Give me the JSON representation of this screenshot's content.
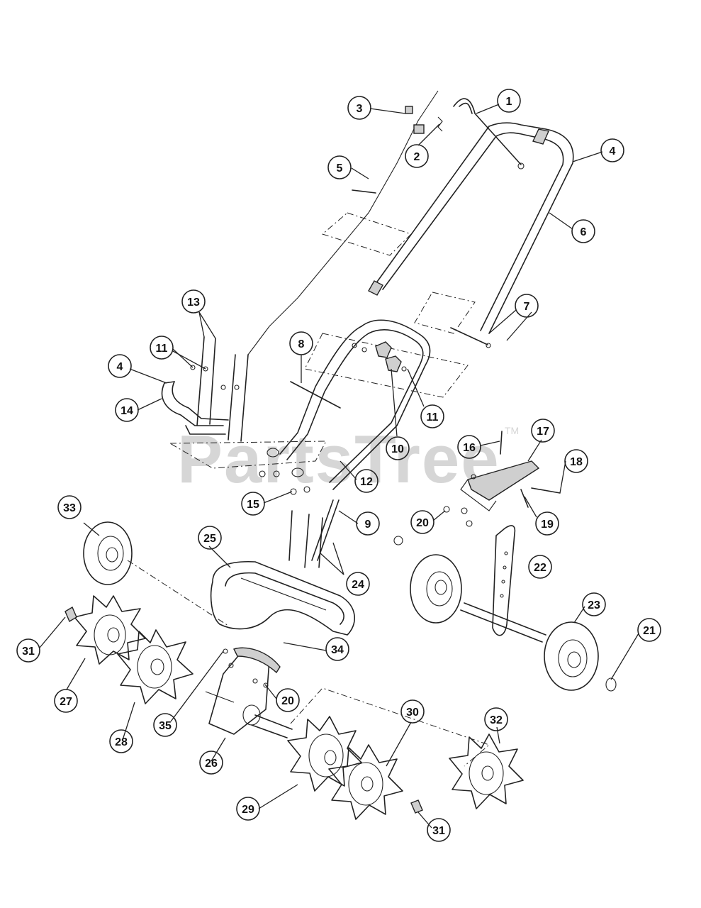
{
  "watermark": {
    "text": "PartsTree",
    "tm": "TM"
  },
  "colors": {
    "line": "#222222",
    "background": "#ffffff",
    "watermark": "#d6d6d6"
  },
  "callouts": [
    {
      "id": "c1",
      "label": "1"
    },
    {
      "id": "c2",
      "label": "2"
    },
    {
      "id": "c3",
      "label": "3"
    },
    {
      "id": "c4a",
      "label": "4"
    },
    {
      "id": "c4b",
      "label": "4"
    },
    {
      "id": "c5",
      "label": "5"
    },
    {
      "id": "c6",
      "label": "6"
    },
    {
      "id": "c7",
      "label": "7"
    },
    {
      "id": "c8",
      "label": "8"
    },
    {
      "id": "c9",
      "label": "9"
    },
    {
      "id": "c10",
      "label": "10"
    },
    {
      "id": "c11a",
      "label": "11"
    },
    {
      "id": "c11b",
      "label": "11"
    },
    {
      "id": "c12",
      "label": "12"
    },
    {
      "id": "c13",
      "label": "13"
    },
    {
      "id": "c14",
      "label": "14"
    },
    {
      "id": "c15",
      "label": "15"
    },
    {
      "id": "c16",
      "label": "16"
    },
    {
      "id": "c17",
      "label": "17"
    },
    {
      "id": "c18",
      "label": "18"
    },
    {
      "id": "c19",
      "label": "19"
    },
    {
      "id": "c20a",
      "label": "20"
    },
    {
      "id": "c20b",
      "label": "20"
    },
    {
      "id": "c21",
      "label": "21"
    },
    {
      "id": "c22",
      "label": "22"
    },
    {
      "id": "c23",
      "label": "23"
    },
    {
      "id": "c24",
      "label": "24"
    },
    {
      "id": "c25",
      "label": "25"
    },
    {
      "id": "c26",
      "label": "26"
    },
    {
      "id": "c27",
      "label": "27"
    },
    {
      "id": "c28",
      "label": "28"
    },
    {
      "id": "c29",
      "label": "29"
    },
    {
      "id": "c30",
      "label": "30"
    },
    {
      "id": "c31a",
      "label": "31"
    },
    {
      "id": "c31b",
      "label": "31"
    },
    {
      "id": "c32",
      "label": "32"
    },
    {
      "id": "c33",
      "label": "33"
    },
    {
      "id": "c34",
      "label": "34"
    },
    {
      "id": "c35",
      "label": "35"
    }
  ]
}
